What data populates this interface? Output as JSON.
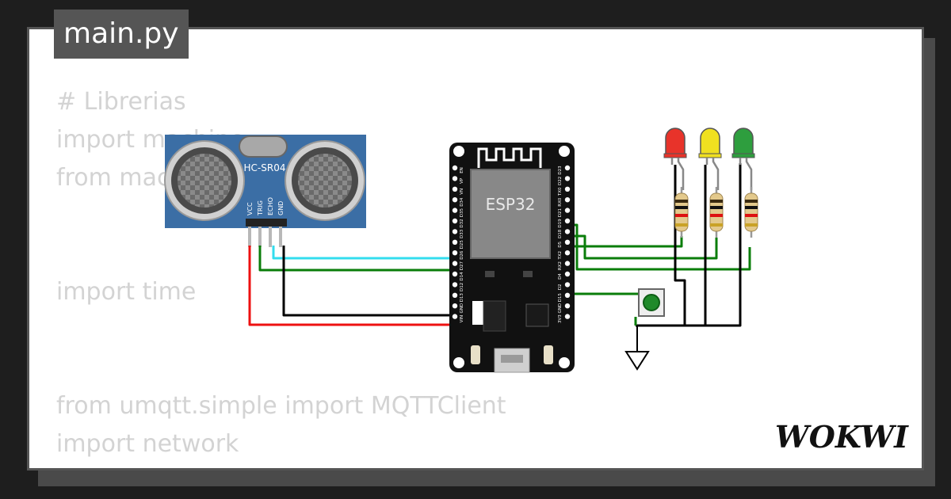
{
  "editor": {
    "tab_label": "main.py",
    "code_lines": [
      "# Librerias",
      "import machine",
      "from machine import Pin",
      "",
      "",
      "import time",
      "",
      "",
      "from umqtt.simple import MQTTClient",
      "import network",
      "#"
    ]
  },
  "sensor": {
    "label": "HC-SR04",
    "pins": [
      "VCC",
      "TRIG",
      "ECHO",
      "GND"
    ]
  },
  "board": {
    "chip_label": "ESP32",
    "left_pins": [
      "EN",
      "VP",
      "VN",
      "D34",
      "D35",
      "D32",
      "D33",
      "D25",
      "D26",
      "D27",
      "D14",
      "D12",
      "D13",
      "GND",
      "VIN"
    ],
    "right_pins": [
      "D23",
      "D22",
      "TX0",
      "RX0",
      "D21",
      "D19",
      "D18",
      "D5",
      "TX2",
      "RX2",
      "D4",
      "D2",
      "D15",
      "GND",
      "3V3"
    ]
  },
  "leds": [
    {
      "color_name": "red",
      "color": "#e8332a"
    },
    {
      "color_name": "yellow",
      "color": "#f0e020"
    },
    {
      "color_name": "green",
      "color": "#2e9e3e"
    }
  ],
  "wire_colors": {
    "power": "#ee1111",
    "ground": "#000000",
    "signal": "#0a7d0a",
    "echo": "#33ddee"
  },
  "brand": "WOKWI"
}
